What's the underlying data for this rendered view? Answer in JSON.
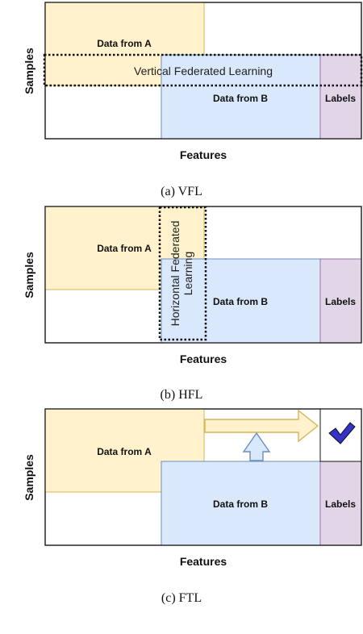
{
  "colors": {
    "data_a_fill": "#fff2cc",
    "data_a_stroke": "#d6b656",
    "data_b_fill": "#dae8fc",
    "data_b_stroke": "#6c8ebf",
    "labels_fill": "#e1d5e7",
    "labels_stroke": "#9673a6",
    "check": "#3333cc"
  },
  "panels": {
    "vfl": {
      "data_a": "Data from A",
      "data_b": "Data from B",
      "labels": "Labels",
      "highlight": "Vertical Federated Learning",
      "y_axis": "Samples",
      "x_axis": "Features",
      "caption": "(a) VFL"
    },
    "hfl": {
      "data_a": "Data from A",
      "data_b": "Data from B",
      "labels": "Labels",
      "highlight_line1": "Horizontal Federated",
      "highlight_line2": "Learning",
      "y_axis": "Samples",
      "x_axis": "Features",
      "caption": "(b) HFL"
    },
    "ftl": {
      "data_a": "Data from A",
      "data_b": "Data from B",
      "labels": "Labels",
      "check_icon": "checkmark-icon",
      "y_axis": "Samples",
      "x_axis": "Features",
      "caption": "(c) FTL"
    }
  }
}
